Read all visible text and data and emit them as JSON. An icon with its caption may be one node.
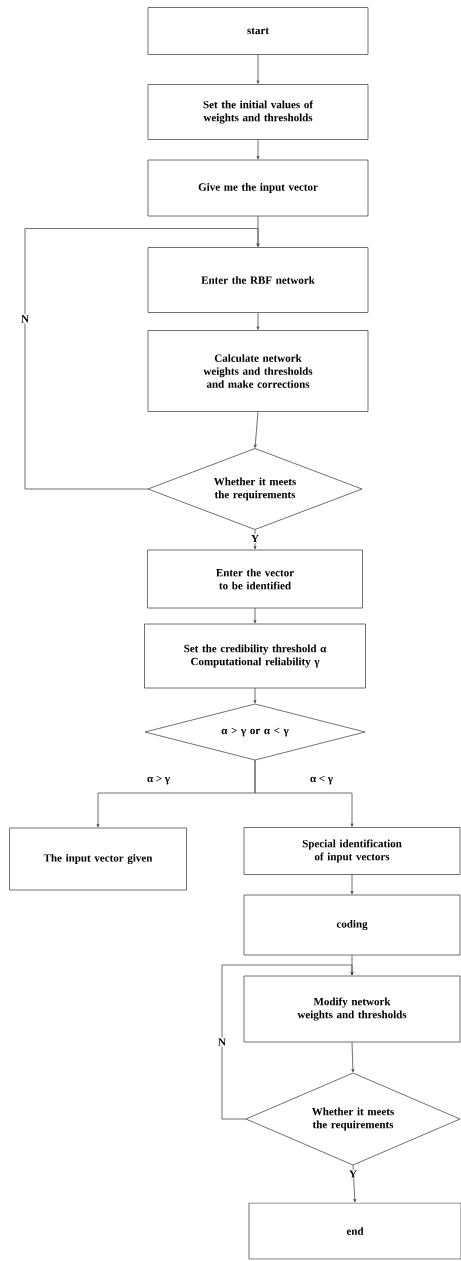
{
  "diagram": {
    "nodes": [
      {
        "text": [
          "start"
        ]
      },
      {
        "text": [
          "Set the initial values of weights and thresholds"
        ]
      },
      {
        "text": [
          "Give me the input vector"
        ]
      },
      {
        "text": [
          "Enter the RBF network"
        ]
      },
      {
        "text": [
          "Calculate network weights and thresholds and make corrections"
        ]
      },
      {
        "text": [
          "Whether it meets the requirements"
        ]
      },
      {
        "text": [
          "Enter the vector to be identified"
        ]
      },
      {
        "text": [
          "Set the credibility threshold α Computational reliability γ"
        ]
      },
      {
        "text": [
          "α > γ or α < γ"
        ]
      },
      {
        "text": [
          "The input vector given"
        ]
      },
      {
        "text": [
          "Special identification of input vectors"
        ]
      },
      {
        "text": [
          "coding"
        ]
      },
      {
        "text": [
          "Modify network weights and thresholds"
        ]
      },
      {
        "text": [
          "Whether it meets the requirements"
        ]
      },
      {
        "text": [
          "end"
        ]
      }
    ],
    "edges": [
      {
        "from": 0,
        "to": 1,
        "arrow": "to"
      },
      {
        "from": 1,
        "to": 2,
        "arrow": "to"
      },
      {
        "from": 2,
        "to": 3,
        "arrow": "to"
      },
      {
        "from": 3,
        "to": 4,
        "arrow": "to"
      },
      {
        "from": 4,
        "to": 5,
        "arrow": "to"
      },
      {
        "from": 5,
        "to": 3,
        "arrow": "to",
        "label": "N"
      },
      {
        "from": 5,
        "to": 6,
        "arrow": "to",
        "label": "Y"
      },
      {
        "from": 6,
        "to": 7,
        "arrow": "to"
      },
      {
        "from": 7,
        "to": 8,
        "arrow": "to"
      },
      {
        "from": 8,
        "to": 9,
        "arrow": "to",
        "label": "α > γ"
      },
      {
        "from": 8,
        "to": 10,
        "arrow": "to",
        "label": "α < γ"
      },
      {
        "from": 10,
        "to": 11,
        "arrow": "to"
      },
      {
        "from": 11,
        "to": 12,
        "arrow": "to"
      },
      {
        "from": 12,
        "to": 13,
        "arrow": "to"
      },
      {
        "from": 13,
        "to": 12,
        "arrow": "to",
        "label": "N"
      },
      {
        "from": 13,
        "to": 14,
        "arrow": "to",
        "label": "Y"
      }
    ]
  }
}
